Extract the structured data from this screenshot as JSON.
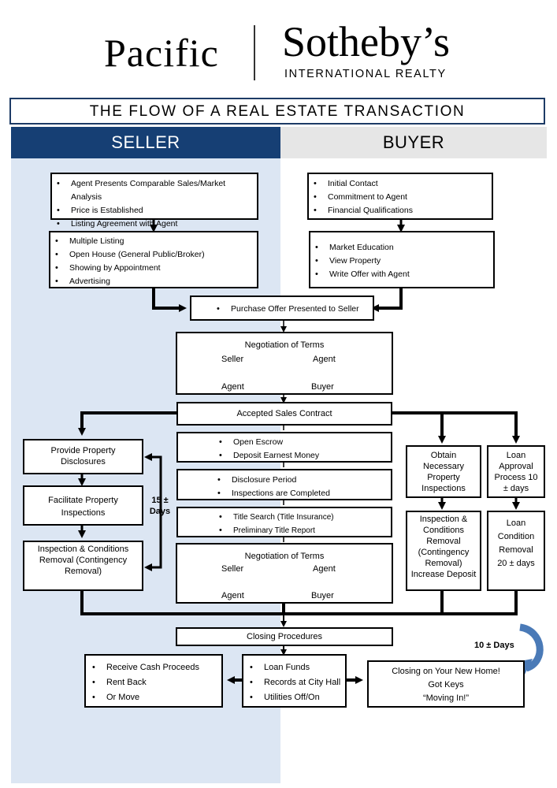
{
  "logo": {
    "left_text": "Pacific",
    "right_text": "Sotheby’s",
    "right_sub": "INTERNATIONAL REALTY"
  },
  "title": "THE FLOW OF A REAL ESTATE TRANSACTION",
  "columns": {
    "seller": "SELLER",
    "buyer": "BUYER"
  },
  "colors": {
    "seller_header": "#163f74",
    "seller_column": "#dce6f3",
    "buyer_header": "#e6e6e6",
    "circular_arrow": "#4a7ab7"
  },
  "seller_box1": [
    "Agent Presents Comparable Sales/Market Analysis",
    "Price is Established",
    "Listing Agreement with Agent"
  ],
  "seller_box2": [
    "Multiple Listing",
    "Open House (General Public/Broker)",
    "Showing by Appointment",
    "Advertising"
  ],
  "buyer_box1": [
    "Initial Contact",
    "Commitment to Agent",
    "Financial Qualifications"
  ],
  "buyer_box2": [
    "Market Education",
    "View Property",
    "Write Offer with Agent"
  ],
  "purchase_offer": "Purchase Offer Presented to Seller",
  "negotiation": {
    "title": "Negotiation of Terms",
    "seller": "Seller",
    "agent_top": "Agent",
    "agent_bottom": "Agent",
    "buyer": "Buyer"
  },
  "accepted_contract": "Accepted Sales Contract",
  "escrow": [
    "Open Escrow",
    "Deposit Earnest Money"
  ],
  "disclosure": [
    "Disclosure Period",
    "Inspections are Completed"
  ],
  "title_search": [
    "Title Search (Title Insurance)",
    "Preliminary Title Report"
  ],
  "seller_steps": {
    "provide": "Provide Property Disclosures",
    "facilitate": "Facilitate Property Inspections",
    "removal": "Inspection & Conditions Removal (Contingency Removal)",
    "days": "15 ± Days"
  },
  "buyer_steps": {
    "obtain": "Obtain Necessary Property Inspections",
    "loan_approval": "Loan Approval Process 10 ± days",
    "inspection_removal": "Inspection & Conditions Removal (Contingency Removal) Increase Deposit",
    "loan_condition": "Loan Condition Removal 20 ± days"
  },
  "closing_procedures": "Closing Procedures",
  "seller_closing": [
    "Receive Cash Proceeds",
    "Rent Back",
    "Or Move"
  ],
  "loan_funds": [
    "Loan Funds",
    "Records at City Hall",
    "Utilities Off/On"
  ],
  "final": {
    "line1": "Closing on Your New Home!",
    "line2": "Got Keys",
    "line3": "“Moving In!”",
    "days": "10 ± Days"
  }
}
